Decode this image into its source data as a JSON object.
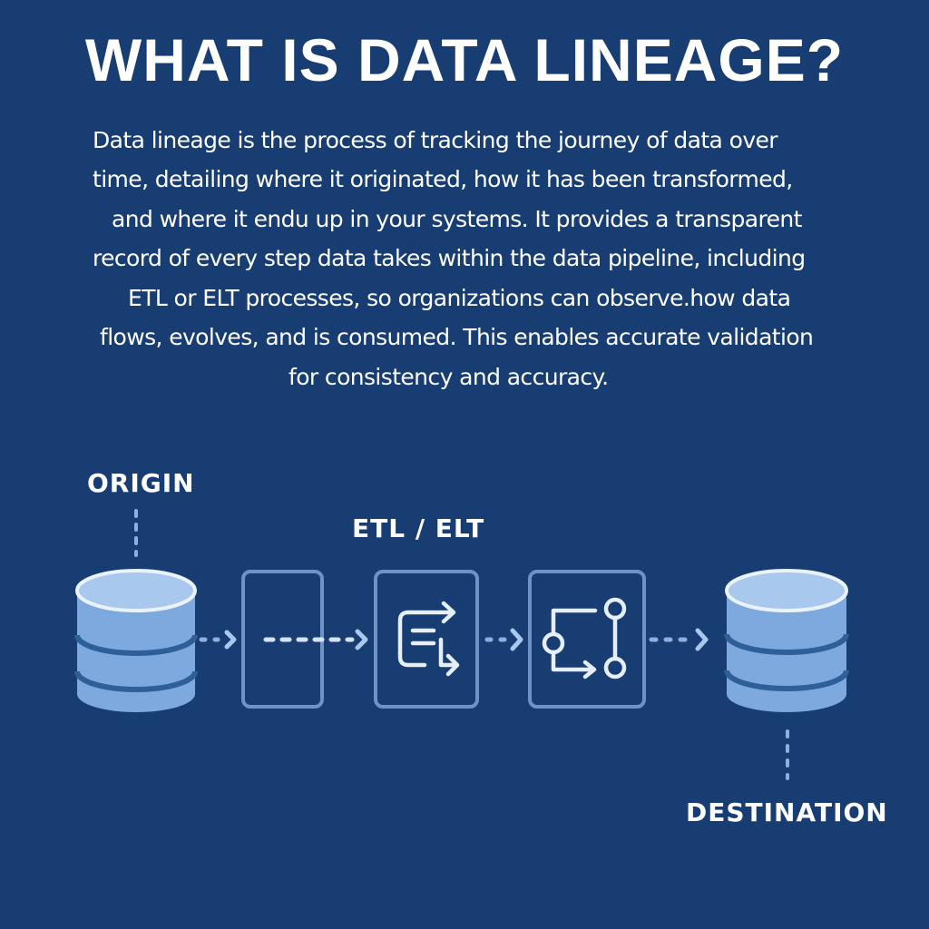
{
  "header": {
    "title": "WHAT IS DATA LINEAGE?"
  },
  "description": {
    "lines": [
      "Data lineage is the process of tracking the journey of data over",
      "time, detailing where it originated, how it has been transformed,",
      "and where it endu up in your systems. It provides a transparent",
      "record of every step data takes within the data pipeline, including",
      "ETL or ELT processes, so organizations can observe.how data",
      "flows, evolves, and is consumed. This enables accurate validation",
      "for consistency and accuracy."
    ]
  },
  "diagram": {
    "origin_label": "ORIGIN",
    "process_label": "ETL / ELT",
    "destination_label": "DESTINATION",
    "nodes": [
      {
        "id": "origin",
        "type": "database",
        "icon": "database-icon"
      },
      {
        "id": "stage-1",
        "type": "box",
        "icon": "pass-through-line-icon"
      },
      {
        "id": "stage-2",
        "type": "box",
        "icon": "transform-arrows-icon"
      },
      {
        "id": "stage-3",
        "type": "box",
        "icon": "branch-flow-icon"
      },
      {
        "id": "destination",
        "type": "database",
        "icon": "database-icon"
      }
    ]
  },
  "colors": {
    "background": "#173d72",
    "cylinder_fill": "#7ea9de",
    "cylinder_top": "#a9c8ee",
    "cylinder_band": "#2f5f98",
    "box_stroke": "#6f93c4",
    "connector": "#8fb0dc",
    "text": "#ffffff"
  }
}
